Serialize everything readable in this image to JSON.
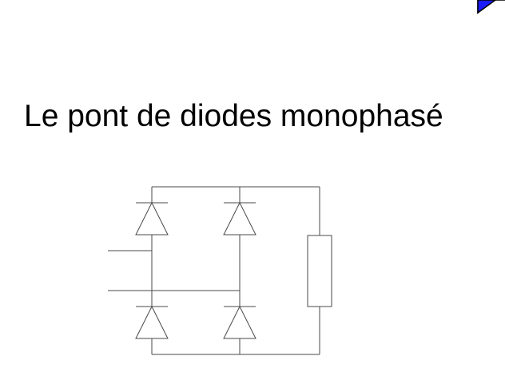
{
  "slide": {
    "title": "Le pont de diodes monophasé"
  },
  "navigation": {
    "arrow_icon": "next-slide-arrow-icon",
    "arrow_color": "#1a1aff",
    "arrow_border_color": "#000000"
  },
  "circuit": {
    "type": "single-phase diode bridge rectifier",
    "diode_count": 4,
    "load": "resistor",
    "line_color": "#4a4a4a"
  }
}
